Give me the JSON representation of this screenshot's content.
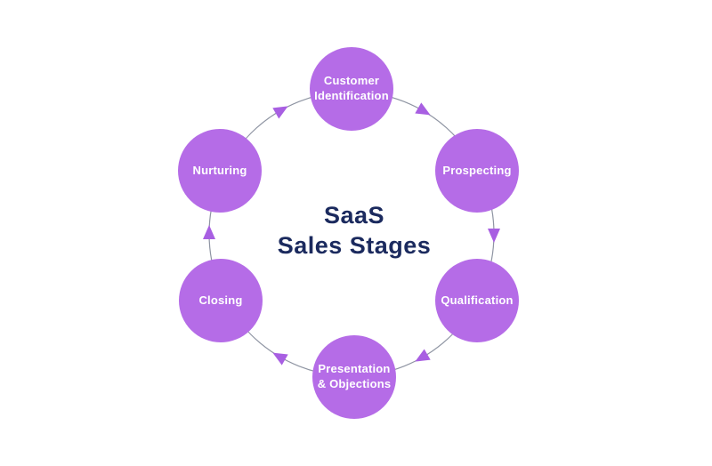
{
  "title": {
    "line1": "SaaS",
    "line2": "Sales Stages"
  },
  "stages": [
    {
      "label": "Customer\nIdentification"
    },
    {
      "label": "Prospecting"
    },
    {
      "label": "Qualification"
    },
    {
      "label": "Presentation\n& Objections"
    },
    {
      "label": "Closing"
    },
    {
      "label": "Nurturing"
    }
  ],
  "flow": {
    "direction": "clockwise",
    "arrow_count": 6
  },
  "colors": {
    "stage_circle": "#b56ce7",
    "stage_text": "#ffffff",
    "arrow": "#a85fe2",
    "ring_line": "#8f95a3",
    "title_text": "#1b2a5e",
    "background": "#ffffff"
  }
}
